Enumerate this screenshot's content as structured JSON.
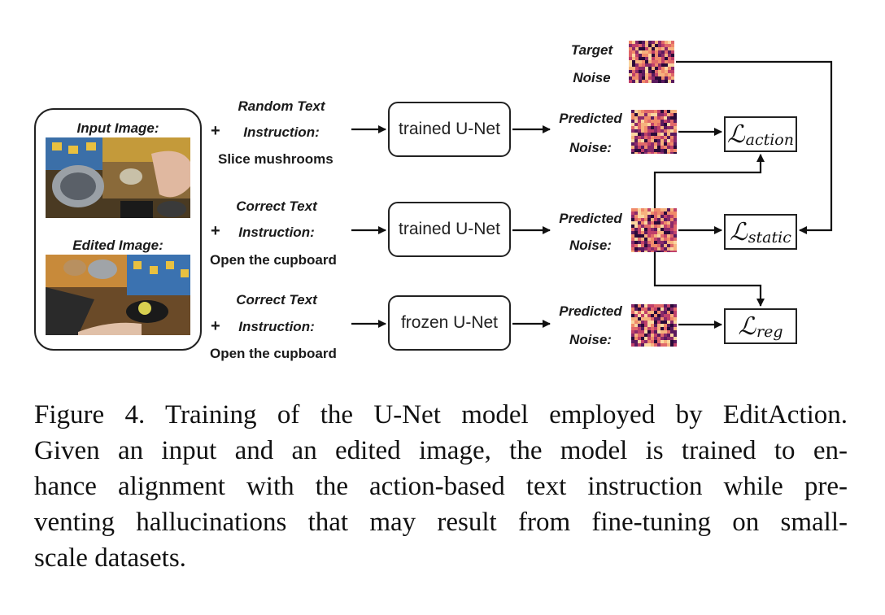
{
  "input_panel": {
    "input_image_label": "Input Image:",
    "edited_image_label": "Edited Image:"
  },
  "rows": [
    {
      "plus": "+",
      "instruction_line1": "Random Text",
      "instruction_line2": "Instruction:",
      "instruction_text": "Slice mushrooms",
      "unet_label": "trained U-Net",
      "pred_line1": "Predicted",
      "pred_line2": "Noise:",
      "loss_symbol": "ℒ",
      "loss_subscript": "action"
    },
    {
      "plus": "+",
      "instruction_line1": "Correct Text",
      "instruction_line2": "Instruction:",
      "instruction_text": "Open the cupboard",
      "unet_label": "trained U-Net",
      "pred_line1": "Predicted",
      "pred_line2": "Noise:",
      "loss_symbol": "ℒ",
      "loss_subscript": "static"
    },
    {
      "plus": "+",
      "instruction_line1": "Correct Text",
      "instruction_line2": "Instruction:",
      "instruction_text": "Open the cupboard",
      "unet_label": "frozen U-Net",
      "pred_line1": "Predicted",
      "pred_line2": "Noise:",
      "loss_symbol": "ℒ",
      "loss_subscript": "reg"
    }
  ],
  "target_noise": {
    "line1": "Target",
    "line2": "Noise"
  },
  "caption": {
    "lines": [
      "Figure 4.  Training of the U-Net model employed by EditAction.",
      "Given an input and an edited image, the model is trained to en-",
      "hance alignment with the action-based text instruction while pre-",
      "venting hallucinations that may result from fine-tuning on small-",
      "scale datasets."
    ]
  },
  "colors": {
    "noise_palette": [
      "#2a0a3a",
      "#5a1a5e",
      "#8a2a6a",
      "#c0406a",
      "#e0686a",
      "#f08a6a",
      "#f6b27e",
      "#fad6a0"
    ]
  }
}
